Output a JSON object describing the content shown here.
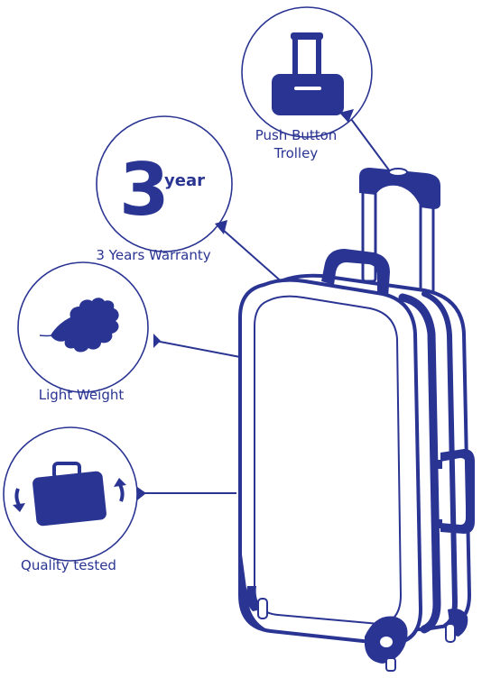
{
  "colors": {
    "brand_navy": "#2a3492",
    "background": "#ffffff",
    "fill_white": "#ffffff"
  },
  "features": {
    "trolley": {
      "label_line1": "Push Button",
      "label_line2": "Trolley",
      "icon": "trolley-bag-icon"
    },
    "warranty": {
      "big_number": "3",
      "suffix": "year",
      "label": "3 Years Warranty",
      "icon": "warranty-badge-icon"
    },
    "weight": {
      "label": "Light Weight",
      "icon": "leaf-icon"
    },
    "quality": {
      "label": "Quality tested",
      "icon": "briefcase-rotate-icon"
    }
  },
  "illustration": {
    "icon": "suitcase-illustration"
  }
}
